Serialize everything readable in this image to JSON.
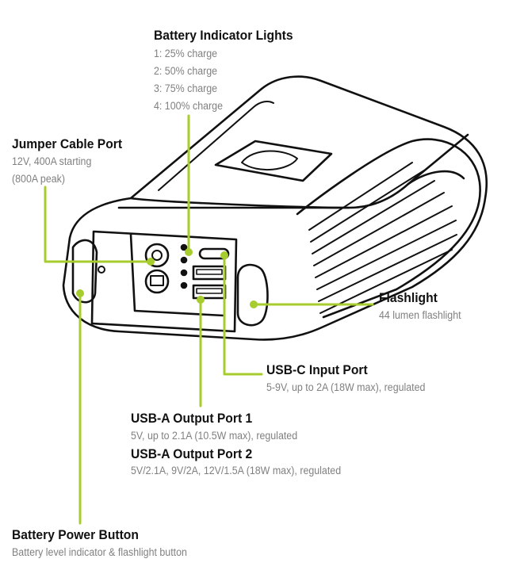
{
  "labels": {
    "battery_indicator": {
      "title": "Battery Indicator Lights",
      "lines": [
        "1: 25% charge",
        "2: 50% charge",
        "3: 75% charge",
        "4: 100% charge"
      ]
    },
    "jumper_cable": {
      "title": "Jumper Cable Port",
      "lines": [
        "12V, 400A starting",
        "(800A peak)"
      ]
    },
    "flashlight": {
      "title": "Flashlight",
      "lines": [
        "44 lumen flashlight"
      ]
    },
    "usb_c": {
      "title": "USB-C Input Port",
      "lines": [
        "5-9V, up to 2A (18W max), regulated"
      ]
    },
    "usb_a1": {
      "title": "USB-A Output Port 1",
      "lines": [
        "5V, up to 2.1A (10.5W max), regulated"
      ]
    },
    "usb_a2": {
      "title": "USB-A Output Port 2",
      "lines": [
        "5V/2.1A, 9V/2A, 12V/1.5A (18W max), regulated"
      ]
    },
    "power_button": {
      "title": "Battery Power Button",
      "lines": [
        "Battery level indicator & flashlight button"
      ]
    }
  },
  "colors": {
    "accent": "#a6cc2e",
    "outline": "#111111",
    "desc_text": "#808080"
  }
}
